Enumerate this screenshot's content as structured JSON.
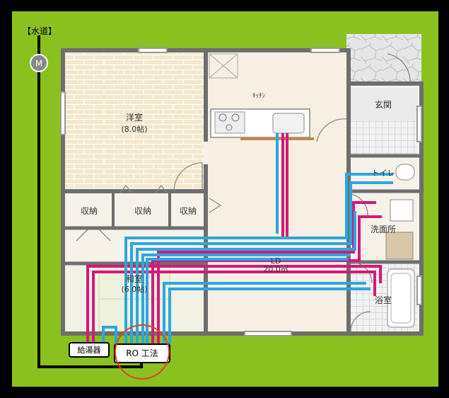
{
  "water_supply_label": "【水道】",
  "meter_label": "M",
  "rooms": {
    "western_room": "洋室",
    "western_room_size": "(8.0帖)",
    "kitchen": "ｷｯﾁﾝ",
    "entrance": "玄関",
    "toilet": "トイレ",
    "washroom": "洗面所",
    "bathroom": "浴室",
    "storage_1": "収納",
    "storage_2": "収納",
    "storage_3": "収納",
    "ld": "LD",
    "ld_size": "20.0㎡",
    "japanese_room": "和室",
    "japanese_room_size": "(6.0帖)"
  },
  "water_heater_label": "給湯器",
  "method_label": "RO 工法",
  "colors": {
    "background_green": "#8ac11f",
    "hot_pipe": "#d6187a",
    "cold_pipe": "#2aa7e0",
    "wall": "#6e6e6e",
    "highlight_circle": "#e0422a"
  }
}
